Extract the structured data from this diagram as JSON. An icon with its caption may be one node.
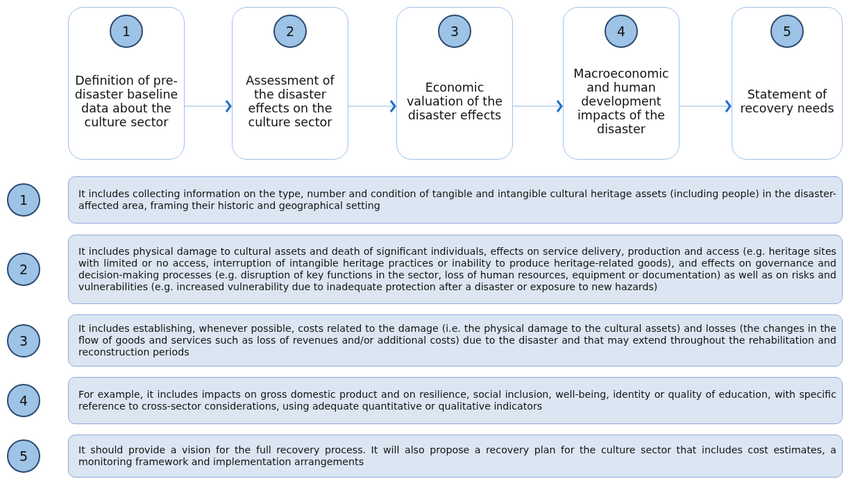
{
  "diagram": {
    "nodes": [
      {
        "text": [
          "Definition of pre-disaster baseline data about the culture sector"
        ]
      },
      {
        "text": [
          "1"
        ],
        "in": 0
      },
      {
        "text": [
          "Assessment of the disaster effects on the culture sector"
        ]
      },
      {
        "text": [
          "2"
        ],
        "in": 2
      },
      {
        "text": [
          "Economic valuation of the disaster effects"
        ]
      },
      {
        "text": [
          "3"
        ],
        "in": 4
      },
      {
        "text": [
          "Macroeconomic and human development impacts of the disaster"
        ]
      },
      {
        "text": [
          "4"
        ],
        "in": 6
      },
      {
        "text": [
          "Statement of recovery needs"
        ]
      },
      {
        "text": [
          "5"
        ],
        "in": 8
      },
      {
        "text": [
          "1"
        ]
      },
      {
        "text": [
          "It includes collecting information on the type, number and condition of tangible and intangible cultural heritage assets (including people) in the disaster-affected area, framing their historic and geographical setting"
        ]
      },
      {
        "text": [
          "2"
        ]
      },
      {
        "text": [
          "It includes physical damage to cultural assets and death of significant individuals, effects on service delivery, production and access (e.g. heritage sites with limited or no access, interruption of intangible heritage practices or inability to produce heritage-related goods), and effects on governance and decision-making processes (e.g. disruption of key functions in the sector, loss of human resources, equipment or documentation) as well as on risks and vulnerabilities (e.g. increased vulnerability due to inadequate protection after a disaster or exposure to new hazards)"
        ]
      },
      {
        "text": [
          "3"
        ]
      },
      {
        "text": [
          "It includes establishing, whenever possible, costs related to the damage (i.e. the physical damage to the cultural assets) and losses (the changes in the flow of goods and services such as loss of revenues and/or additional costs) due to the disaster and that may extend throughout the rehabilitation and reconstruction periods"
        ]
      },
      {
        "text": [
          "4"
        ]
      },
      {
        "text": [
          "For example, it includes impacts on gross domestic product and on resilience, social inclusion, well-being, identity or quality of education, with specific reference to cross-sector considerations, using adequate quantitative or qualitative indicators"
        ]
      },
      {
        "text": [
          "5"
        ]
      },
      {
        "text": [
          "It should provide a vision for the full recovery process. It will also propose a recovery plan for the culture sector that includes cost estimates, a monitoring framework and implementation arrangements"
        ]
      }
    ],
    "edges": [
      {
        "from": 0,
        "to": 2,
        "arrow": "to"
      },
      {
        "from": 2,
        "to": 4,
        "arrow": "to"
      },
      {
        "from": 4,
        "to": 6,
        "arrow": "to"
      },
      {
        "from": 6,
        "to": 8,
        "arrow": "to"
      }
    ]
  }
}
